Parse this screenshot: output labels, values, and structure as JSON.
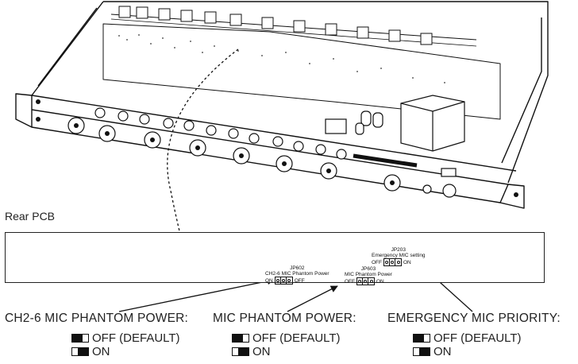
{
  "labels": {
    "rear_pcb": "Rear PCB"
  },
  "jumpers": [
    {
      "id": "JP602",
      "desc": "CH2-6 MIC Phantom Power",
      "left": "ON",
      "right": "OFF"
    },
    {
      "id": "JP603",
      "desc": "MIC Phantom Power",
      "left": "OFF",
      "right": "ON"
    },
    {
      "id": "JP203",
      "desc": "Emergency MIC setting",
      "left": "OFF",
      "right": "ON"
    }
  ],
  "settings": [
    {
      "title": "CH2-6 MIC PHANTOM POWER:",
      "options": [
        {
          "label": "OFF (DEFAULT)",
          "switch": "left"
        },
        {
          "label": "ON",
          "switch": "right"
        }
      ]
    },
    {
      "title": "MIC PHANTOM POWER:",
      "options": [
        {
          "label": "OFF (DEFAULT)",
          "switch": "left"
        },
        {
          "label": "ON",
          "switch": "right"
        }
      ]
    },
    {
      "title": "EMERGENCY MIC PRIORITY:",
      "options": [
        {
          "label": "OFF (DEFAULT)",
          "switch": "left"
        },
        {
          "label": "ON",
          "switch": "right"
        }
      ]
    }
  ]
}
